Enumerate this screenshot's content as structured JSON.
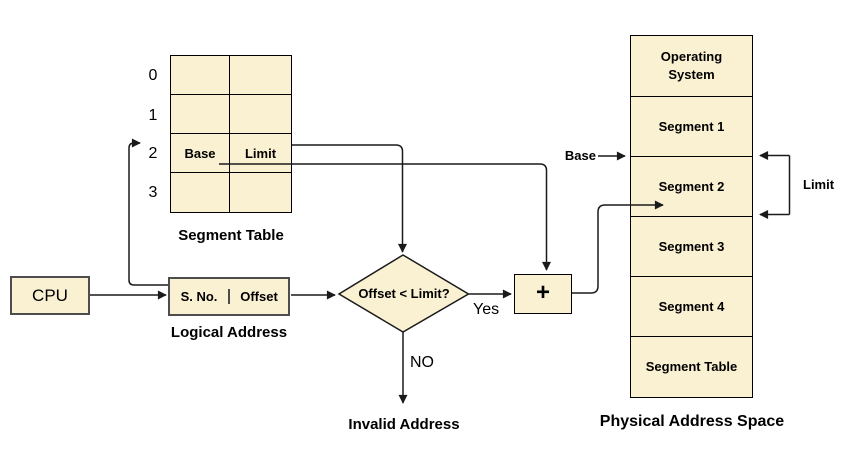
{
  "cpu": {
    "label": "CPU"
  },
  "segment_table": {
    "caption": "Segment Table",
    "row_labels": [
      "0",
      "1",
      "2",
      "3"
    ],
    "base_cell": "Base",
    "limit_cell": "Limit"
  },
  "logical_address": {
    "caption": "Logical Address",
    "segment_number": "S. No.",
    "offset": "Offset"
  },
  "decision": {
    "condition": "Offset < Limit?",
    "yes": "Yes",
    "no": "NO",
    "invalid": "Invalid Address"
  },
  "adder": {
    "symbol": "+"
  },
  "physical": {
    "caption": "Physical Address Space",
    "segments": [
      "Operating System",
      "Segment 1",
      "Segment 2",
      "Segment 3",
      "Segment 4",
      "Segment Table"
    ],
    "base_pointer": "Base",
    "limit_span": "Limit"
  },
  "colors": {
    "node_fill": "#FAF0D2",
    "node_border_gray": "#4D4D4D",
    "line": "#1a1a1a"
  }
}
